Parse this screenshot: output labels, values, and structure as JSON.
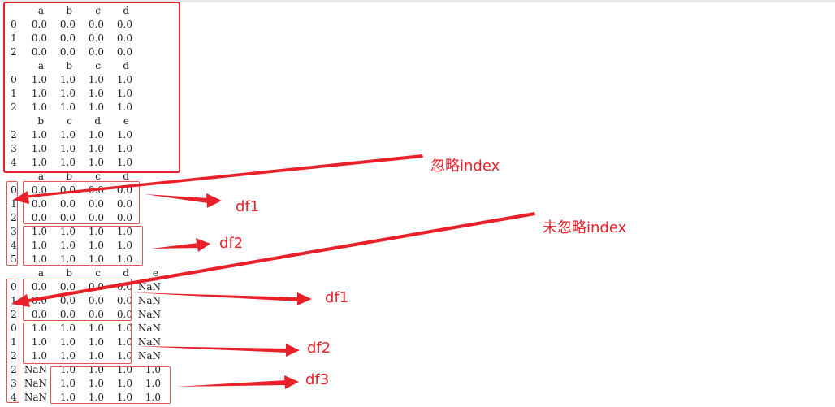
{
  "blocks": [
    {
      "kind": "cols",
      "vals": [
        "a",
        "b",
        "c",
        "d"
      ]
    },
    {
      "kind": "row",
      "index": "0",
      "vals": [
        "0.0",
        "0.0",
        "0.0",
        "0.0"
      ]
    },
    {
      "kind": "row",
      "index": "1",
      "vals": [
        "0.0",
        "0.0",
        "0.0",
        "0.0"
      ]
    },
    {
      "kind": "row",
      "index": "2",
      "vals": [
        "0.0",
        "0.0",
        "0.0",
        "0.0"
      ]
    },
    {
      "kind": "cols",
      "vals": [
        "a",
        "b",
        "c",
        "d"
      ]
    },
    {
      "kind": "row",
      "index": "0",
      "vals": [
        "1.0",
        "1.0",
        "1.0",
        "1.0"
      ]
    },
    {
      "kind": "row",
      "index": "1",
      "vals": [
        "1.0",
        "1.0",
        "1.0",
        "1.0"
      ]
    },
    {
      "kind": "row",
      "index": "2",
      "vals": [
        "1.0",
        "1.0",
        "1.0",
        "1.0"
      ]
    },
    {
      "kind": "cols",
      "vals": [
        "b",
        "c",
        "d",
        "e"
      ]
    },
    {
      "kind": "row",
      "index": "2",
      "vals": [
        "1.0",
        "1.0",
        "1.0",
        "1.0"
      ]
    },
    {
      "kind": "row",
      "index": "3",
      "vals": [
        "1.0",
        "1.0",
        "1.0",
        "1.0"
      ]
    },
    {
      "kind": "row",
      "index": "4",
      "vals": [
        "1.0",
        "1.0",
        "1.0",
        "1.0"
      ]
    },
    {
      "kind": "cols",
      "vals": [
        "a",
        "b",
        "c",
        "d"
      ]
    },
    {
      "kind": "row",
      "index": "0",
      "vals": [
        "0.0",
        "0.0",
        "0.0",
        "0.0"
      ]
    },
    {
      "kind": "row",
      "index": "1",
      "vals": [
        "0.0",
        "0.0",
        "0.0",
        "0.0"
      ]
    },
    {
      "kind": "row",
      "index": "2",
      "vals": [
        "0.0",
        "0.0",
        "0.0",
        "0.0"
      ]
    },
    {
      "kind": "row",
      "index": "3",
      "vals": [
        "1.0",
        "1.0",
        "1.0",
        "1.0"
      ]
    },
    {
      "kind": "row",
      "index": "4",
      "vals": [
        "1.0",
        "1.0",
        "1.0",
        "1.0"
      ]
    },
    {
      "kind": "row",
      "index": "5",
      "vals": [
        "1.0",
        "1.0",
        "1.0",
        "1.0"
      ]
    },
    {
      "kind": "cols",
      "vals": [
        "a",
        "b",
        "c",
        "d",
        "e"
      ]
    },
    {
      "kind": "row",
      "index": "0",
      "vals": [
        "0.0",
        "0.0",
        "0.0",
        "0.0",
        "NaN"
      ]
    },
    {
      "kind": "row",
      "index": "1",
      "vals": [
        "0.0",
        "0.0",
        "0.0",
        "0.0",
        "NaN"
      ]
    },
    {
      "kind": "row",
      "index": "2",
      "vals": [
        "0.0",
        "0.0",
        "0.0",
        "0.0",
        "NaN"
      ]
    },
    {
      "kind": "row",
      "index": "0",
      "vals": [
        "1.0",
        "1.0",
        "1.0",
        "1.0",
        "NaN"
      ]
    },
    {
      "kind": "row",
      "index": "1",
      "vals": [
        "1.0",
        "1.0",
        "1.0",
        "1.0",
        "NaN"
      ]
    },
    {
      "kind": "row",
      "index": "2",
      "vals": [
        "1.0",
        "1.0",
        "1.0",
        "1.0",
        "NaN"
      ]
    },
    {
      "kind": "row",
      "index": "2",
      "vals": [
        "NaN",
        "1.0",
        "1.0",
        "1.0",
        "1.0"
      ]
    },
    {
      "kind": "row",
      "index": "3",
      "vals": [
        "NaN",
        "1.0",
        "1.0",
        "1.0",
        "1.0"
      ]
    },
    {
      "kind": "row",
      "index": "4",
      "vals": [
        "NaN",
        "1.0",
        "1.0",
        "1.0",
        "1.0"
      ]
    }
  ],
  "annotations": {
    "ignore_index": "忽略index",
    "not_ignore_index": "未忽略index",
    "df1_a": "df1",
    "df2_a": "df2",
    "df1_b": "df1",
    "df2_b": "df2",
    "df3": "df3"
  },
  "colors": {
    "accent": "#e8202a",
    "text": "#1a1a1a",
    "background": "#ffffff"
  }
}
